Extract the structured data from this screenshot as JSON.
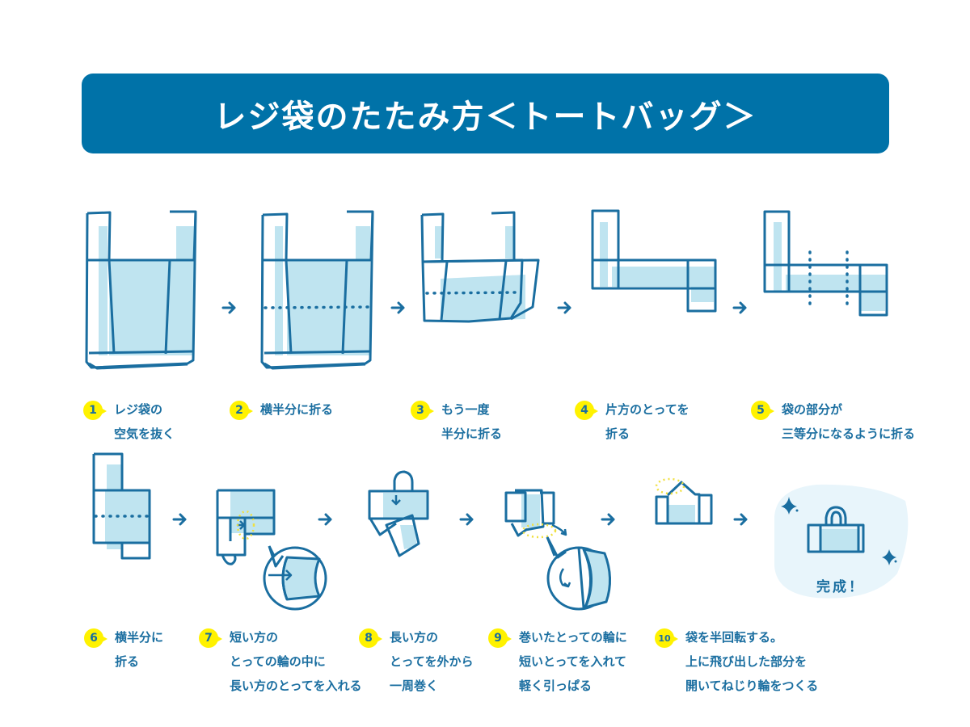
{
  "title": "レジ袋のたたみ方＜トートバッグ＞",
  "colors": {
    "banner": "#0072a8",
    "line": "#1a6ea0",
    "fill": "#bfe4f0",
    "badge": "#fff200",
    "highlight_dots": "#f0e040"
  },
  "steps": [
    {
      "number": "1",
      "lines": [
        "レジ袋の",
        "空気を抜く"
      ]
    },
    {
      "number": "2",
      "lines": [
        "横半分に折る"
      ]
    },
    {
      "number": "3",
      "lines": [
        "もう一度",
        "半分に折る"
      ]
    },
    {
      "number": "4",
      "lines": [
        "片方のとってを",
        "折る"
      ]
    },
    {
      "number": "5",
      "lines": [
        "袋の部分が",
        "三等分になるように折る"
      ]
    },
    {
      "number": "6",
      "lines": [
        "横半分に",
        "折る"
      ]
    },
    {
      "number": "7",
      "lines": [
        "短い方の",
        "とっての輪の中に",
        "長い方のとってを入れる"
      ]
    },
    {
      "number": "8",
      "lines": [
        "長い方の",
        "とってを外から",
        "一周巻く"
      ]
    },
    {
      "number": "9",
      "lines": [
        "巻いたとっての輪に",
        "短いとってを入れて",
        "軽く引っぱる"
      ]
    },
    {
      "number": "10",
      "lines": [
        "袋を半回転する。",
        "上に飛び出した部分を",
        "開いてねじり輪をつくる"
      ]
    }
  ],
  "completion": "完成！",
  "icons": [
    "arrow-right-icon",
    "sparkle-icon",
    "tote-bag-icon"
  ]
}
